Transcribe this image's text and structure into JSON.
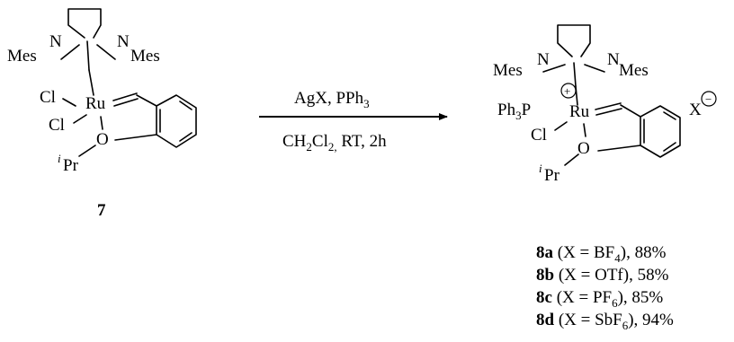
{
  "reactant": {
    "compound_number": "7",
    "labels": {
      "mes_left": "Mes",
      "mes_right": "Mes",
      "n_left": "N",
      "n_right": "N",
      "ru": "Ru",
      "cl_top": "Cl",
      "cl_bottom": "Cl",
      "o": "O",
      "ipr_sup": "i",
      "ipr": "Pr"
    }
  },
  "conditions": {
    "reagent_main": "AgX, PPh",
    "reagent_sub": "3",
    "solvent_a": "CH",
    "solvent_sub1": "2",
    "solvent_b": "Cl",
    "solvent_sub2": "2,",
    "solvent_c": " RT, 2h"
  },
  "product": {
    "labels": {
      "mes_left": "Mes",
      "mes_right": "Mes",
      "n_left": "N",
      "n_right": "N",
      "ph3p_a": "Ph",
      "ph3p_sub": "3",
      "ph3p_b": "P",
      "ru": "Ru",
      "cl": "Cl",
      "o": "O",
      "ipr_sup": "i",
      "ipr": "Pr",
      "plus": "+",
      "x": "X",
      "minus": "−"
    }
  },
  "yields": [
    {
      "id": "8a",
      "pre": " (X = BF",
      "sub": "4",
      "post": "), 88%"
    },
    {
      "id": "8b",
      "pre": " (X = OTf), 58%",
      "sub": "",
      "post": ""
    },
    {
      "id": "8c",
      "pre": " (X = PF",
      "sub": "6",
      "post": "), 85%"
    },
    {
      "id": "8d",
      "pre": " (X = SbF",
      "sub": "6",
      "post": "), 94%"
    }
  ]
}
